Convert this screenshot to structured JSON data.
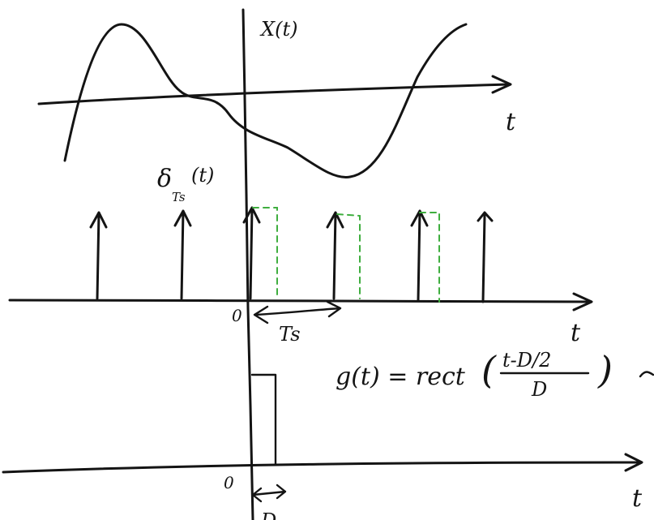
{
  "panel_top": {
    "signal_label": "X(t)",
    "axis_label": "t"
  },
  "panel_middle": {
    "impulse_train_symbol": "δ",
    "impulse_train_subscript": "Ts",
    "impulse_train_arg": "(t)",
    "origin_label": "0",
    "spacing_label": "Ts",
    "axis_label": "t"
  },
  "panel_bottom": {
    "pulse_definition_lhs": "g(t) = rect",
    "pulse_definition_numerator": "t-D/2",
    "pulse_definition_denominator": "D",
    "origin_label": "0",
    "width_label": "D",
    "axis_label": "t"
  },
  "colors": {
    "ink": "#141414",
    "sample_hold": "#3fae3f"
  }
}
